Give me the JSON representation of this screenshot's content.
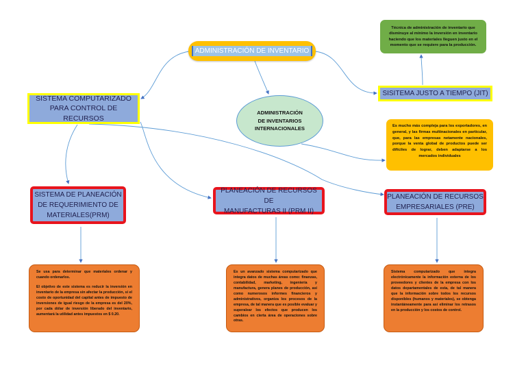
{
  "colors": {
    "title_fill": "#ffc000",
    "yellow_border": "#ffff00",
    "box_fill": "#8eaadb",
    "red_border": "#e8141d",
    "green_note": "#70ad47",
    "ellipse_fill": "#c7e7cd",
    "orange_note": "#ed7d31",
    "connector": "#5b9bd5"
  },
  "title": "ADMINISTRACIÓN DE INVENTARIO",
  "sistema_computarizado": {
    "line1": "SISTEMA COMPUTARIZADO",
    "line2": "PARA CONTROL DE RECURSOS"
  },
  "inventarios_internacionales": {
    "line1": "ADMINISTRACIÓN",
    "line2": "DE INVENTARIOS",
    "line3": "INTERNACIONALES"
  },
  "jit": {
    "label": "SISITEMA JUSTO A TIEMPO (JIT)",
    "note": "Técnica de administración de inventario que disminuye al mínimo la inversión en inventario haciendo que los materiales lleguen justo en el momento que se requiere para la producción."
  },
  "internacional_note": "Es mucho más compleja para los exportadores, en general, y las firmas multinacionales en particular, que, para las empresas netamente nacionales, porque la venta global de productos puede ser difíciles de lograr, deben adaptarse a los mercados individuales",
  "prm": {
    "line1": "SISTEMA DE PLANEACIÓN",
    "line2": "DE REQUERIMIENTO DE",
    "line3": "MATERIALES(PRM)",
    "note_p1": "Se usa para determinar que materiales ordenar y cuando ordenarlos.",
    "note_p2": "El objetivo de este sistema es reducir la inversión en inventario de la empresa sin afectar la producción, si el costo de oportunidad del capital antes de impuesto de inversiones de igual riesgo de la empresa es del 20%, por cada dólar de inversión liberado del inventario, aumentará la utilidad antes impuestos en $ 0.20."
  },
  "prm2": {
    "line1": "PLANEACIÓN DE RECURSOS DE",
    "line2": "MANUFACTURAS II (PRM II)",
    "note": "Es un avanzado sistema computarizado que integra datos de muchas áreas como: finanzas, contabilidad, marketing, ingeniería y manufactura, genera planes de producción, así como numerosos informes financieros y administrativos, organiza los procesos de la empresa, de tal manera que es posible evaluar y superalear los efectos que producen los cambios en cierta área de operaciones sobre otras."
  },
  "pre": {
    "line1": "PLANEACIÓN DE RECURSOS",
    "line2": "EMPRESARIALES (PRE)",
    "note": "Sistema computarizado que integra electrónicamente la información externa de los proveedores y clientes de la empresa con los datos departamentales de esta, de tal manera que la información sobre todos los recursos disponibles (humanos y materiales), se obtenga instantáneamente para así eliminar los retrasos en la producción y los costos de control."
  }
}
